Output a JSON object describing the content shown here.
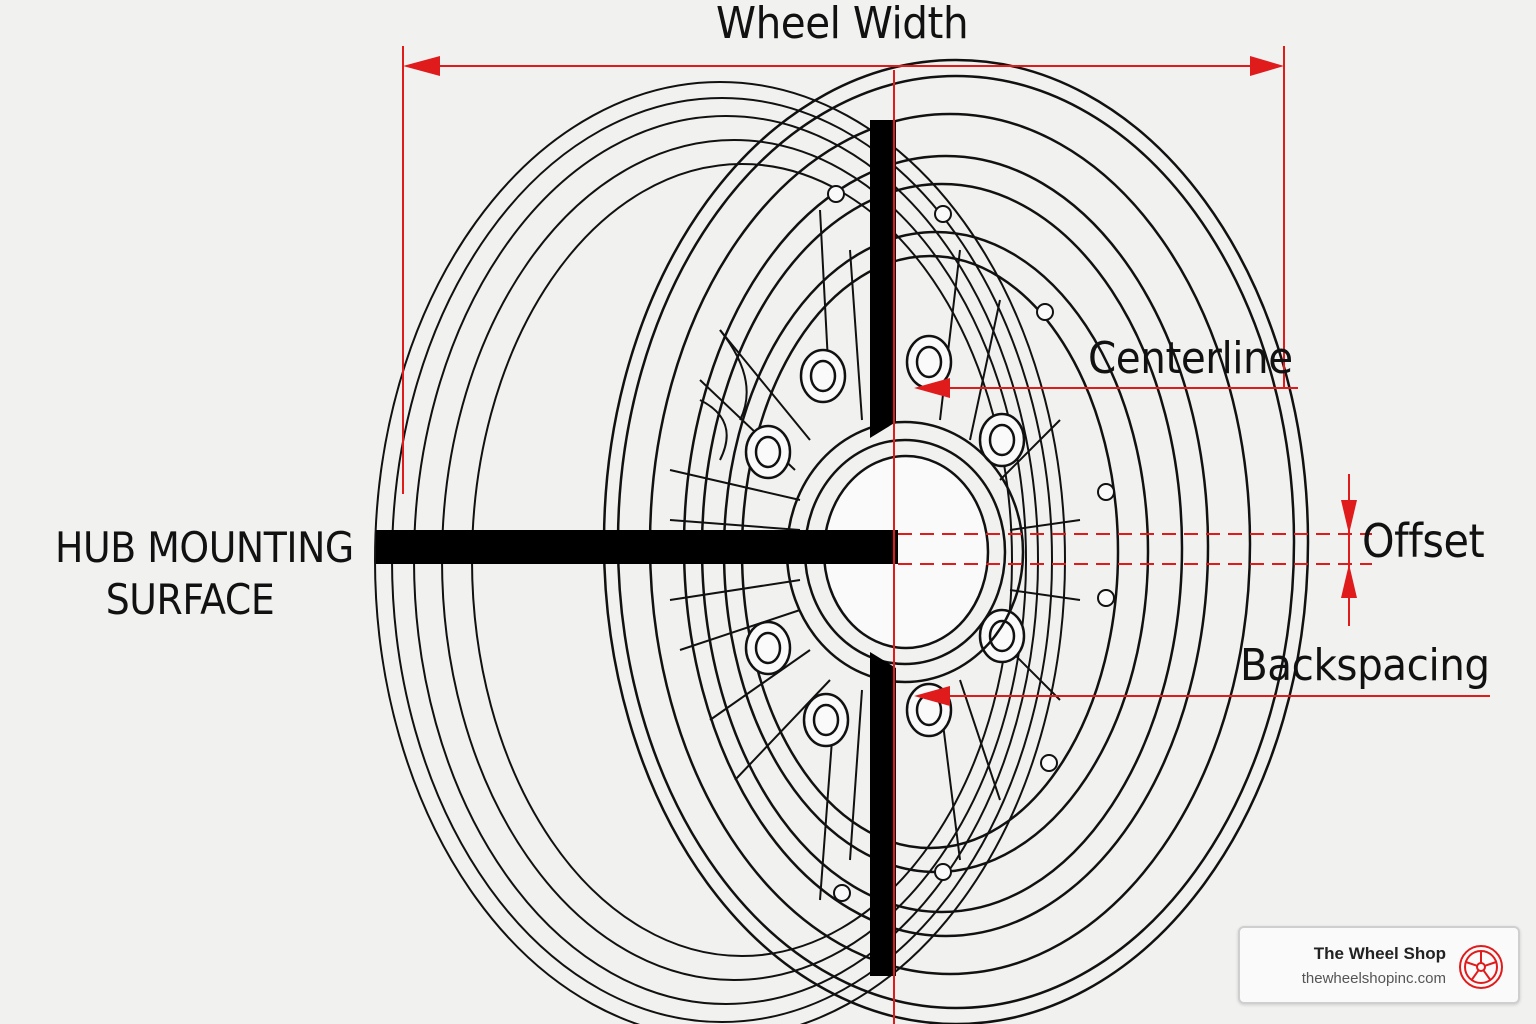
{
  "labels": {
    "wheel_width": "Wheel Width",
    "centerline": "Centerline",
    "offset": "Offset",
    "backspacing": "Backspacing",
    "hub_line1": "HUB MOUNTING",
    "hub_line2": "SURFACE"
  },
  "brand": {
    "name": "The Wheel Shop",
    "url": "thewheelshopinc.com",
    "logo_icon": "wheel-logo-icon"
  },
  "colors": {
    "accent": "#e01b1b",
    "ink": "#111111",
    "background": "#f1f1f0"
  }
}
